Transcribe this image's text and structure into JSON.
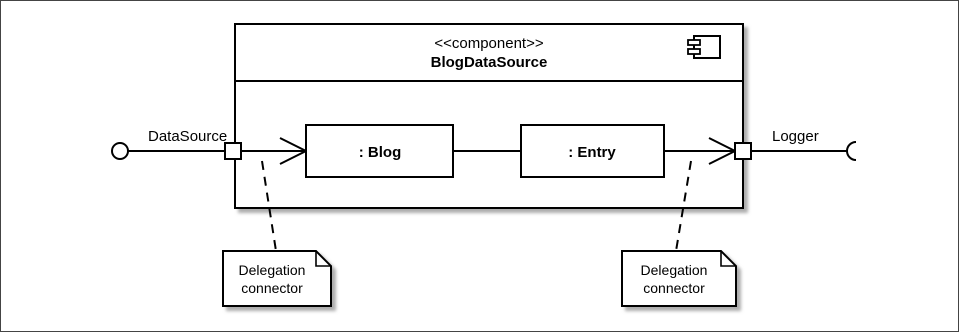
{
  "component": {
    "stereotype": "<<component>>",
    "name": "BlogDataSource"
  },
  "parts": {
    "blog": ": Blog",
    "entry": ": Entry"
  },
  "interfaces": {
    "provided": "DataSource",
    "required": "Logger"
  },
  "notes": {
    "left_line1": "Delegation",
    "left_line2": "connector",
    "right_line1": "Delegation",
    "right_line2": "connector"
  }
}
